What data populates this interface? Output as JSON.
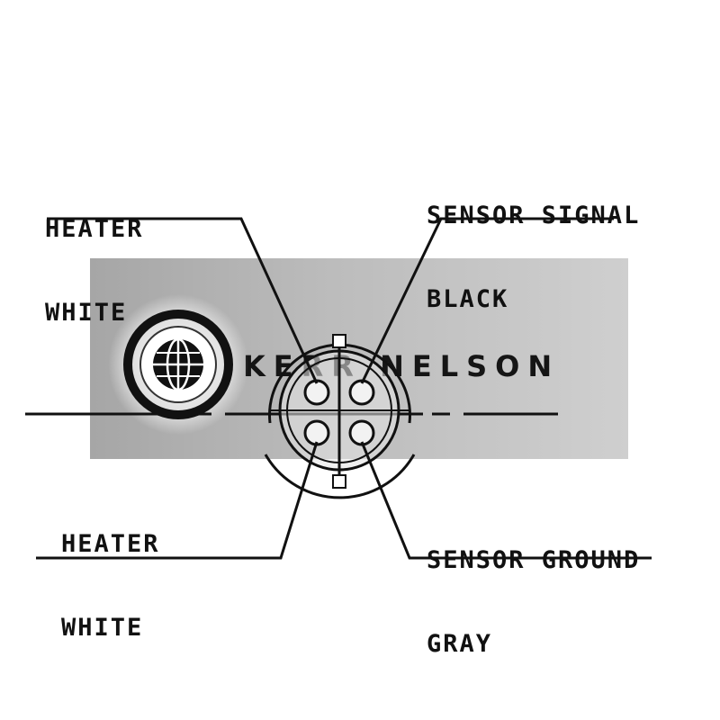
{
  "brand": {
    "logo_text": "KERR NELSON"
  },
  "pins": [
    {
      "id": "top-left",
      "function": "HEATER",
      "wire_color": "WHITE"
    },
    {
      "id": "top-right",
      "function": "SENSOR SIGNAL",
      "wire_color": "BLACK"
    },
    {
      "id": "bottom-left",
      "function": "HEATER",
      "wire_color": "WHITE"
    },
    {
      "id": "bottom-right",
      "function": "SENSOR GROUND",
      "wire_color": "GRAY"
    }
  ],
  "colors": {
    "line": "#111111",
    "banner": "#bdbdbd",
    "connector_fill": "#e6e6e6"
  },
  "icons": {
    "logo": "globe-icon"
  }
}
